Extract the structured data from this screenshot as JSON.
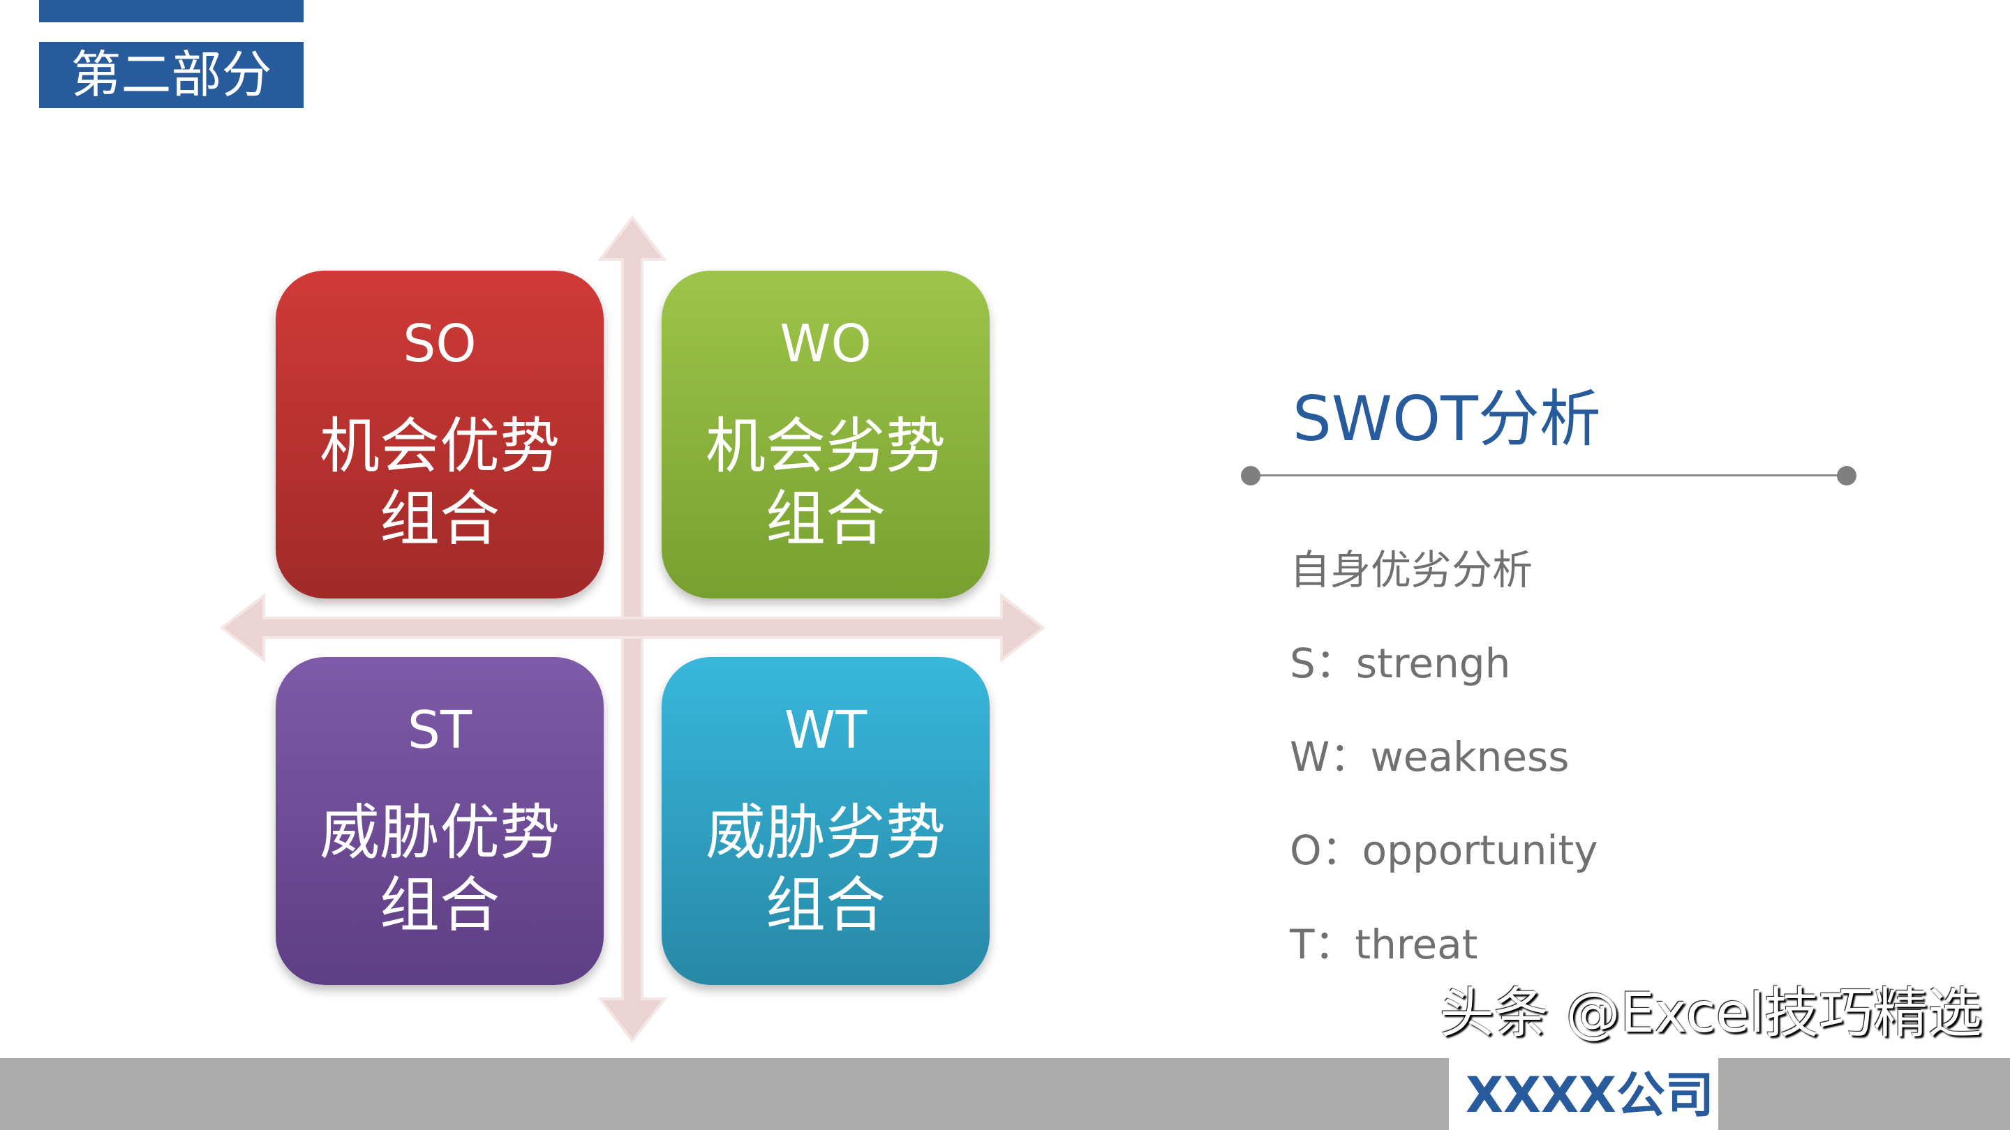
{
  "section_label": "第二部分",
  "quadrants": [
    {
      "code": "SO",
      "desc": "机会优势组合"
    },
    {
      "code": "WO",
      "desc": "机会劣势组合"
    },
    {
      "code": "ST",
      "desc": "威胁优势组合"
    },
    {
      "code": "WT",
      "desc": "威胁劣势组合"
    }
  ],
  "title": "SWOT分析",
  "items": [
    "自身优劣分析",
    "S：strengh",
    "W：weakness",
    "O：opportunity",
    "T：threat"
  ],
  "footer": {
    "company": "XXXX公司",
    "watermark": "头条 @Excel技巧精选"
  },
  "colors": {
    "brand": "#285b9b",
    "so": "#c9342f",
    "wo": "#8cb83e",
    "st": "#6e4c98",
    "wt": "#2fa5c9",
    "arrow": "#ecd3d3"
  }
}
